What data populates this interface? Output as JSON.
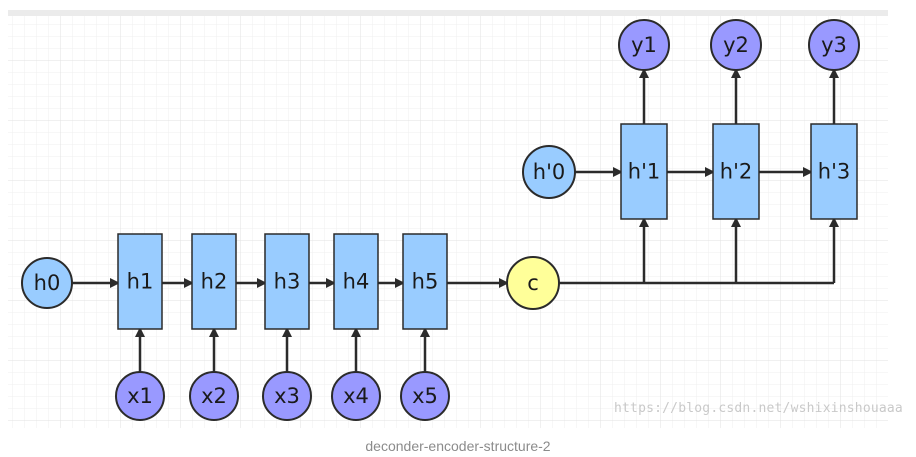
{
  "diagram": {
    "encoder": {
      "initial_state": "h0",
      "hidden_states": [
        "h1",
        "h2",
        "h3",
        "h4",
        "h5"
      ],
      "inputs": [
        "x1",
        "x2",
        "x3",
        "x4",
        "x5"
      ]
    },
    "context": "c",
    "decoder": {
      "initial_state": "h'0",
      "hidden_states": [
        "h'1",
        "h'2",
        "h'3"
      ],
      "outputs": [
        "y1",
        "y2",
        "y3"
      ]
    },
    "colors": {
      "rnn_cell": "#99ccff",
      "circle_node": "#9999ff",
      "initial_state": "#99ccff",
      "context": "#ffff99",
      "stroke": "#2b2b2b",
      "grid": "#ececec"
    }
  },
  "watermark": "https://blog.csdn.net/wshixinshouaaa",
  "caption": "deconder-encoder-structure-2"
}
